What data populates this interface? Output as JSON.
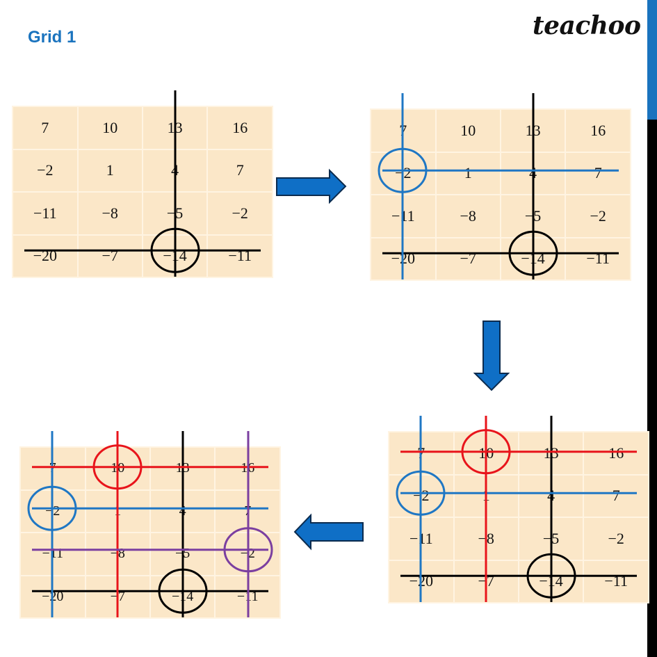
{
  "header": {
    "title": "Grid 1",
    "brand": "teachoo"
  },
  "grid_values": [
    [
      "7",
      "10",
      "13",
      "16"
    ],
    [
      "−2",
      "1",
      "4",
      "7"
    ],
    [
      "−11",
      "−8",
      "−5",
      "−2"
    ],
    [
      "−20",
      "−7",
      "−14",
      "−11"
    ]
  ],
  "grids": [
    {
      "id": "step-1",
      "lines": [
        {
          "kind": "row",
          "index": 3,
          "color": "#000000"
        },
        {
          "kind": "col",
          "index": 2,
          "color": "#000000"
        }
      ],
      "circles": [
        {
          "row": 3,
          "col": 2,
          "color": "#000000"
        }
      ]
    },
    {
      "id": "step-2",
      "lines": [
        {
          "kind": "row",
          "index": 3,
          "color": "#000000"
        },
        {
          "kind": "col",
          "index": 2,
          "color": "#000000"
        },
        {
          "kind": "row",
          "index": 1,
          "color": "#1f77c4"
        },
        {
          "kind": "col",
          "index": 0,
          "color": "#1f77c4"
        }
      ],
      "circles": [
        {
          "row": 3,
          "col": 2,
          "color": "#000000"
        },
        {
          "row": 1,
          "col": 0,
          "color": "#1f77c4"
        }
      ]
    },
    {
      "id": "step-3",
      "lines": [
        {
          "kind": "row",
          "index": 3,
          "color": "#000000"
        },
        {
          "kind": "col",
          "index": 2,
          "color": "#000000"
        },
        {
          "kind": "row",
          "index": 1,
          "color": "#1f77c4"
        },
        {
          "kind": "col",
          "index": 0,
          "color": "#1f77c4"
        },
        {
          "kind": "row",
          "index": 0,
          "color": "#e8141b"
        },
        {
          "kind": "col",
          "index": 1,
          "color": "#e8141b"
        }
      ],
      "circles": [
        {
          "row": 3,
          "col": 2,
          "color": "#000000"
        },
        {
          "row": 1,
          "col": 0,
          "color": "#1f77c4"
        },
        {
          "row": 0,
          "col": 1,
          "color": "#e8141b"
        }
      ]
    },
    {
      "id": "step-4",
      "lines": [
        {
          "kind": "row",
          "index": 3,
          "color": "#000000"
        },
        {
          "kind": "col",
          "index": 2,
          "color": "#000000"
        },
        {
          "kind": "row",
          "index": 1,
          "color": "#1f77c4"
        },
        {
          "kind": "col",
          "index": 0,
          "color": "#1f77c4"
        },
        {
          "kind": "row",
          "index": 0,
          "color": "#e8141b"
        },
        {
          "kind": "col",
          "index": 1,
          "color": "#e8141b"
        },
        {
          "kind": "row",
          "index": 2,
          "color": "#7b3fa0"
        },
        {
          "kind": "col",
          "index": 3,
          "color": "#7b3fa0"
        }
      ],
      "circles": [
        {
          "row": 3,
          "col": 2,
          "color": "#000000"
        },
        {
          "row": 1,
          "col": 0,
          "color": "#1f77c4"
        },
        {
          "row": 0,
          "col": 1,
          "color": "#e8141b"
        },
        {
          "row": 2,
          "col": 3,
          "color": "#7b3fa0"
        }
      ]
    }
  ],
  "colors": {
    "cell_fill": "#fbe7c8",
    "arrow_fill": "#0f6fc6",
    "arrow_stroke": "#0b2b4e",
    "accent": "#1a73be"
  }
}
